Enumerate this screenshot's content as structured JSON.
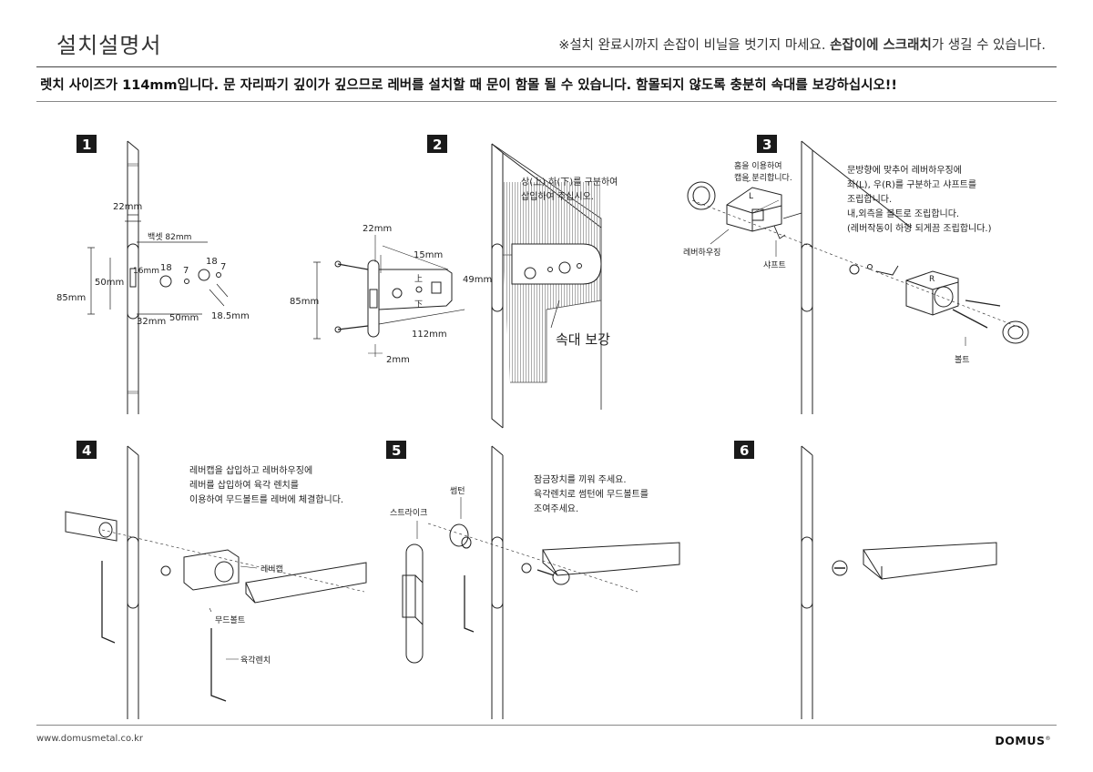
{
  "header": {
    "title": "설치설명서",
    "notice_pre": "※설치 완료시까지 손잡이 비닐을 벗기지 마세요. ",
    "notice_bold1": "손잡이에 스크래치",
    "notice_post": "가 생길 수 있습니다.",
    "warning": "렛치 사이즈가 114mm입니다. 문 자리파기 깊이가 깊으므로 레버를 설치할 때 문이 함몰 될 수 있습니다. 함몰되지 않도록 충분히 속대를 보강하십시오!!"
  },
  "steps": [
    {
      "number": "1",
      "labels": {
        "d22": "22mm",
        "backset": "백셋 82mm",
        "d50a": "50mm",
        "d16": "16mm",
        "d18a": "18",
        "d7a": "7",
        "d18b": "18",
        "d7b": "7",
        "d85": "85mm",
        "d32": "32mm",
        "d50b": "50mm",
        "d185": "18.5mm"
      }
    },
    {
      "number": "2",
      "note_line1": "상(上) 하(下)를 구분하여",
      "note_line2": "삽입하여 주십시오.",
      "labels": {
        "d22": "22mm",
        "d15": "15mm",
        "d49": "49mm",
        "d85": "85mm",
        "d112": "112mm",
        "d2": "2mm",
        "up": "上",
        "down": "下",
        "reinforce": "속대 보강"
      }
    },
    {
      "number": "3",
      "note_lines": [
        "문방향에 맞추어 레버하우징에",
        "좌(L), 우(R)를 구분하고 샤프트를",
        "조립합니다.",
        "내,외측을 볼트로 조립합니다.",
        "(레버작동이 하향 되게끔 조립합니다.)"
      ],
      "labels": {
        "groove1": "홈을 이용하여",
        "groove2": "캡을 분리합니다.",
        "housing": "레버하우징",
        "shaft": "샤프트",
        "bolt": "볼트",
        "L": "L",
        "R": "R"
      }
    },
    {
      "number": "4",
      "note_lines": [
        "레버캡을 삽입하고 레버하우징에",
        "레버를 삽입하여 육각 렌치를",
        "이용하여 무드볼트를 레버에 체결합니다."
      ],
      "labels": {
        "levercap": "레버캡",
        "moodbolt": "무드볼트",
        "hexwrench": "육각렌치"
      }
    },
    {
      "number": "5",
      "note_lines": [
        "잠금장치를 끼워 주세요.",
        "육각렌치로 썸턴에 무드볼트를",
        "조여주세요."
      ],
      "labels": {
        "strike": "스트라이크",
        "thumbturn": "썸턴"
      }
    },
    {
      "number": "6"
    }
  ],
  "footer": {
    "url": "www.domusmetal.co.kr",
    "brand": "DOMUS",
    "brand_mark": "®"
  },
  "colors": {
    "ink": "#222222",
    "badge": "#1a1a1a",
    "hatch": "#8a8a8a"
  }
}
